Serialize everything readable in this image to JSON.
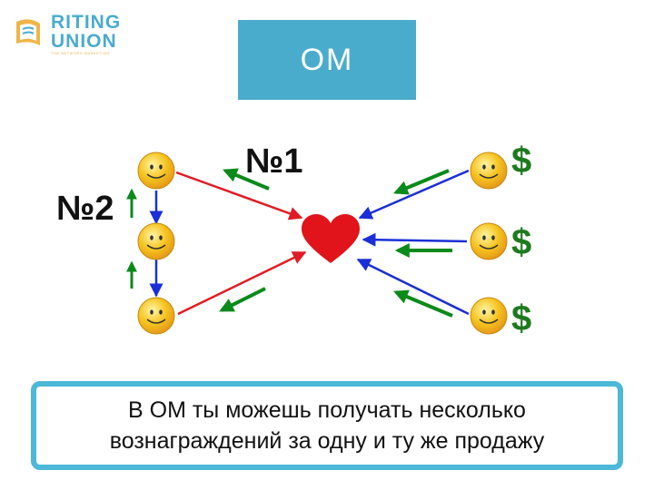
{
  "logo": {
    "line1": "RITING",
    "line2": "UNION",
    "tagline": "THE NETWORK MARKETING"
  },
  "title": "ОМ",
  "labels": {
    "n1": "№1",
    "n2": "№2",
    "dollar": "$"
  },
  "caption": "В ОМ ты можешь получать несколько\nвознаграждений за одну и ту же продажу",
  "colors": {
    "title_bg": "#4aaccc",
    "caption_border": "#4db8d8",
    "logo_text": "#4aaccc",
    "logo_accent": "#f0b54a",
    "heart": "#e0141a",
    "red_arrow": "#e01c24",
    "blue_arrow": "#1a2fd6",
    "green_arrow": "#0a8a1a",
    "dollar": "#1e7a1e",
    "smiley": "#f6c21c"
  },
  "icons": {
    "smiley": "smiley-face-icon",
    "heart": "heart-icon",
    "logo": "book-logo-icon"
  }
}
